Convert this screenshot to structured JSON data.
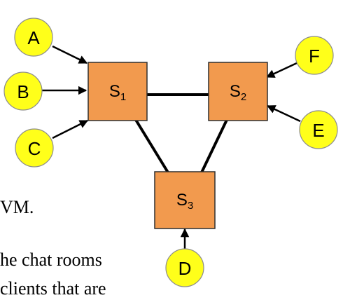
{
  "colors": {
    "server_fill": "#F29A4E",
    "server_stroke": "#2F2F2F",
    "client_fill": "#FFFF1A",
    "client_stroke": "#8C8C8C",
    "line": "#000000",
    "text": "#000000"
  },
  "servers": [
    {
      "id": "S1",
      "base": "S",
      "sub": "1"
    },
    {
      "id": "S2",
      "base": "S",
      "sub": "2"
    },
    {
      "id": "S3",
      "base": "S",
      "sub": "3"
    }
  ],
  "clients": [
    {
      "id": "A",
      "label": "A",
      "connects_to": "S1"
    },
    {
      "id": "B",
      "label": "B",
      "connects_to": "S1"
    },
    {
      "id": "C",
      "label": "C",
      "connects_to": "S1"
    },
    {
      "id": "F",
      "label": "F",
      "connects_to": "S2"
    },
    {
      "id": "E",
      "label": "E",
      "connects_to": "S2"
    },
    {
      "id": "D",
      "label": "D",
      "connects_to": "S3"
    }
  ],
  "server_links": [
    [
      "S1",
      "S2"
    ],
    [
      "S1",
      "S3"
    ],
    [
      "S2",
      "S3"
    ]
  ],
  "background_text": {
    "line1": "VM.",
    "line2": "he chat rooms",
    "line3": "clients that are"
  }
}
